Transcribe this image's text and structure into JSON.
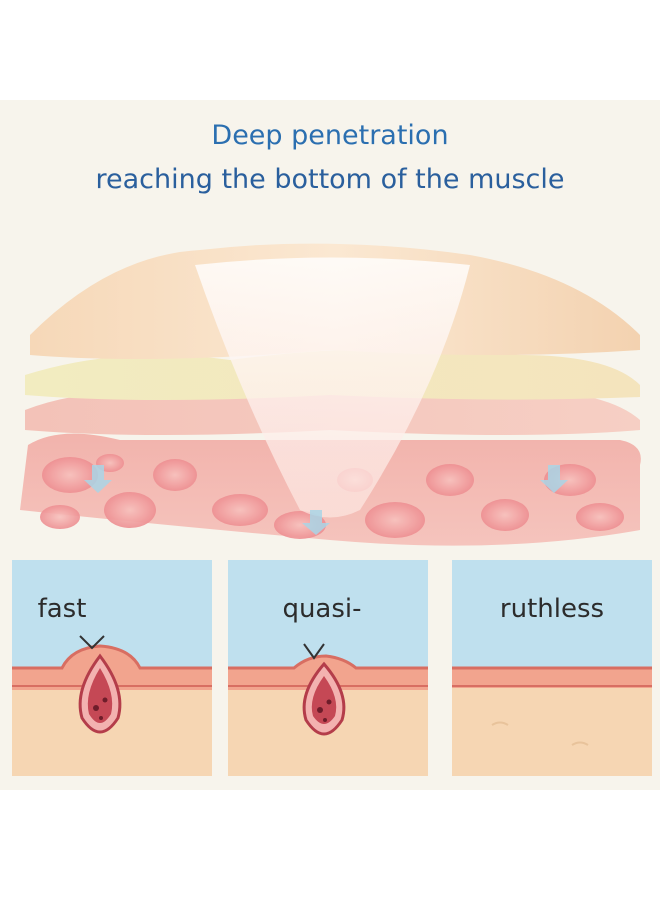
{
  "header": {
    "line1": "Deep penetration",
    "line2": "reaching the bottom of the muscle"
  },
  "panels": [
    {
      "label": "fast",
      "icon": "pimple-raised-icon"
    },
    {
      "label": "quasi-",
      "icon": "pimple-flattening-icon"
    },
    {
      "label": "ruthless",
      "icon": "smooth-skin-icon"
    }
  ],
  "colors": {
    "title": "#2b6fb0",
    "panel_sky": "#bfe0ee",
    "skin_line": "#e07b6b",
    "dermis": "#f6d6b3",
    "pimple": "#d9616a"
  }
}
